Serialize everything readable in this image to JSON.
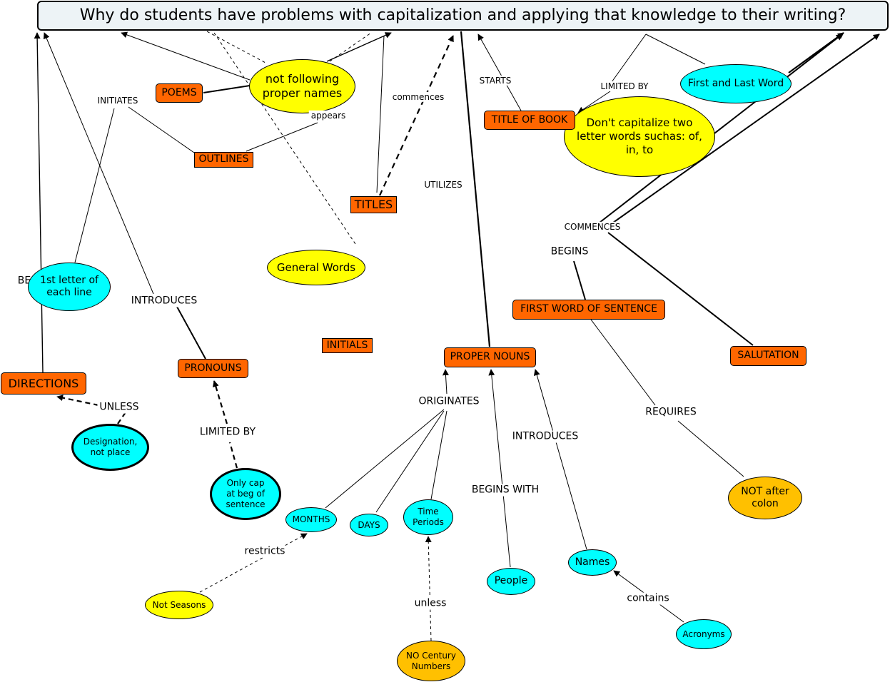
{
  "root": {
    "question": "Why do students have problems with capitalization and applying that knowledge to their writing?"
  },
  "concepts": {
    "not_following": "not following proper names",
    "poems": "POEMS",
    "outlines": "OUTLINES",
    "titles": "TITLES",
    "general_words": "General Words",
    "first_letter_line": "1st letter of each line",
    "directions": "DIRECTIONS",
    "designation": "Designation, not place",
    "pronouns": "PRONOUNS",
    "only_cap": "Only cap at beg of sentence",
    "initials": "INITIALS",
    "title_of_book": "TITLE OF BOOK",
    "dont_capitalize": "Don't capitalize two letter words suchas: of, in, to",
    "first_last_word": "First and Last Word",
    "proper_nouns": "PROPER NOUNS",
    "first_word_sentence": "FIRST WORD OF SENTENCE",
    "salutation": "SALUTATION",
    "not_after_colon": "NOT after colon",
    "months": "MONTHS",
    "days": "DAYS",
    "time_periods": "Time Periods",
    "not_seasons": "Not Seasons",
    "no_century": "NO Century Numbers",
    "people": "People",
    "names": "Names",
    "acronyms": "Acronyms"
  },
  "links": {
    "initiates": "INITIATES",
    "appears": "appears",
    "commences_lower": "commences",
    "starts": "STARTS",
    "limited_by_top": "LIMITED BY",
    "utilizes": "UTILIZES",
    "commences_upper": "COMMENCES",
    "begins": "BEGINS",
    "be_partial": "BE",
    "introduces_left": "INTRODUCES",
    "unless_upper": "UNLESS",
    "limited_by": "LIMITED BY",
    "originates": "ORIGINATES",
    "introduces_right": "INTRODUCES",
    "requires": "REQUIRES",
    "restricts": "restricts",
    "begins_with": "BEGINS WITH",
    "unless_lower": "unless",
    "contains": "contains"
  },
  "colors": {
    "rect_fill": "#ff6600",
    "yellow_oval": "#ffff00",
    "cyan_oval": "#00ffff",
    "gold_oval": "#ffc000",
    "root_fill": "#edf3f6"
  }
}
